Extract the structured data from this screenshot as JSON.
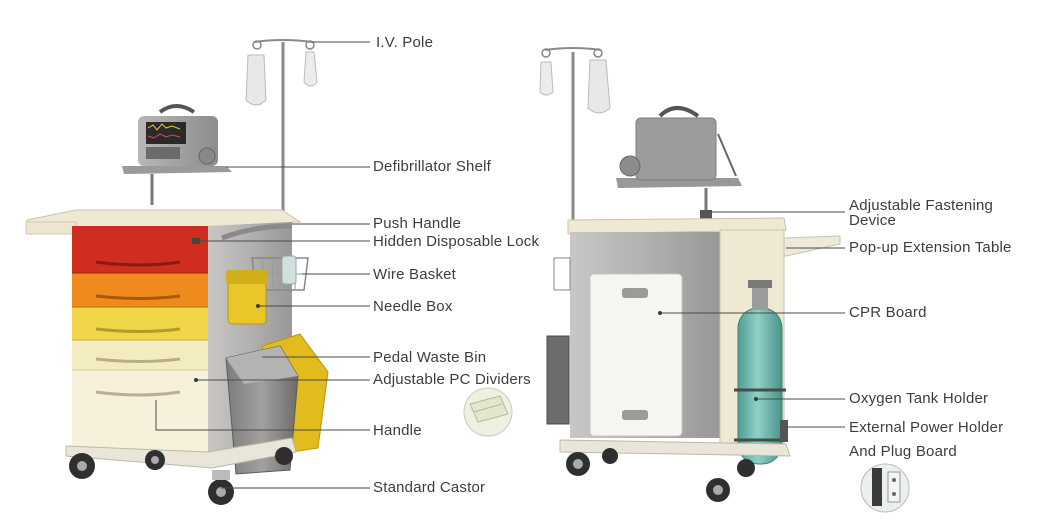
{
  "left_labels": {
    "iv_pole": "I.V. Pole",
    "defib_shelf": "Defibrillator Shelf",
    "push_handle": "Push Handle",
    "hidden_lock": "Hidden Disposable Lock",
    "wire_basket": "Wire Basket",
    "needle_box": "Needle Box",
    "pedal_bin": "Pedal Waste Bin",
    "pc_dividers": "Adjustable PC Dividers",
    "handle": "Handle",
    "castor": "Standard Castor"
  },
  "right_labels": {
    "fastening_line1": "Adjustable Fastening",
    "fastening_line2": "Device",
    "popup_table": "Pop-up Extension Table",
    "cpr_board": "CPR Board",
    "oxygen_holder": "Oxygen Tank Holder",
    "power_line1": "External Power Holder",
    "power_line2": "And Plug Board"
  },
  "colors": {
    "drawer_red": "#cf2d1f",
    "drawer_orange": "#ef8a1c",
    "drawer_yellow": "#f0d648",
    "drawer_pale": "#f3ecc0",
    "drawer_cream": "#f7f1dc",
    "frame_gray": "#a9a7a5",
    "oxygen_teal": "#6bb8ad",
    "yellow_bin": "#e2bb1f"
  }
}
